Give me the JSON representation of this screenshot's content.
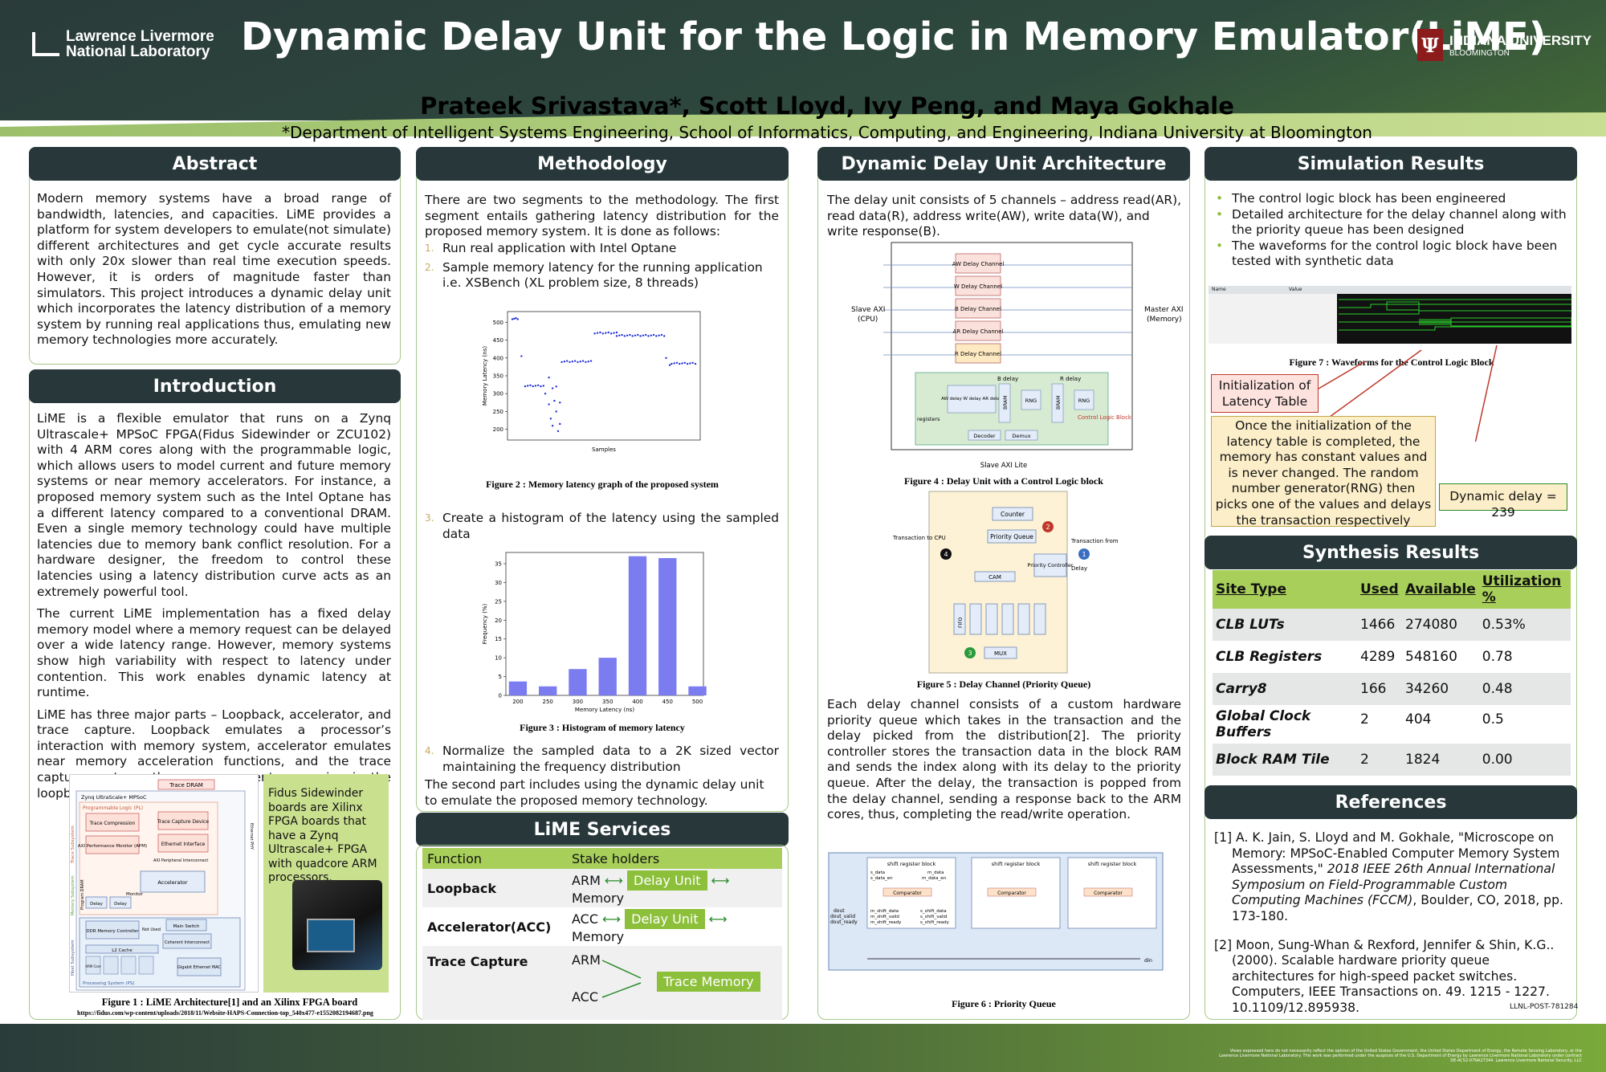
{
  "header": {
    "llnl_line1": "Lawrence Livermore",
    "llnl_line2": "National Laboratory",
    "title": "Dynamic Delay Unit for the Logic in Memory Emulator(LiME)",
    "iu_line1": "INDIANA UNIVERSITY",
    "iu_line2": "BLOOMINGTON",
    "iu_mark": "Ψ",
    "authors": "Prateek Srivastava*, Scott Lloyd, Ivy Peng, and Maya Gokhale",
    "affiliation": "*Department of Intelligent Systems Engineering, School of Informatics, Computing, and Engineering, Indiana University at Bloomington"
  },
  "abstract": {
    "heading": "Abstract",
    "body": "Modern memory systems have a broad range of bandwidth, latencies, and capacities. LiME provides a platform for system developers to emulate(not simulate) different architectures and get cycle accurate results with only 20x slower than real time execution speeds. However, it is orders of magnitude faster than simulators. This project introduces a dynamic delay unit which incorporates the latency distribution of a memory system by running real applications thus, emulating new memory technologies more accurately."
  },
  "introduction": {
    "heading": "Introduction",
    "p1": "LiME is a flexible emulator that runs on a Zynq Ultrascale+ MPSoC FPGA(Fidus Sidewinder or ZCU102) with 4 ARM cores along with the programmable logic, which allows users to model current and future memory systems or near memory accelerators. For instance, a proposed memory system such as the Intel Optane has a different latency compared to a conventional DRAM. Even a single memory technology could have multiple latencies due to memory bank conflict resolution. For a hardware designer, the freedom to control these latencies using a latency distribution curve acts as an extremely powerful tool.",
    "p2": "The current LiME implementation has a fixed delay memory model where a memory request can be delayed over a wide latency range. However, memory systems show high variability with respect to latency under contention. This work enables dynamic latency at runtime.",
    "p3": "LiME has three major parts – Loopback, accelerator, and trace capture. Loopback emulates a processor’s interaction with memory system, accelerator emulates near memory acceleration functions, and the trace capture captures the memory events occurring in the loopback as well as the accelerator.",
    "fidus_note": "Fidus Sidewinder boards are Xilinx FPGA boards that have a Zynq Ultrascale+ FPGA with quadcore ARM processors.",
    "fig1_caption": "Figure 1 : LiME Architecture[1] and an Xilinx FPGA board",
    "fig1_url": "https://fidus.com/wp-content/uploads/2018/11/Website-HAPS-Connection-top_540x477-e1552082194687.png",
    "fig1_labels": {
      "trace_dram": "Trace DRAM",
      "zynq": "Zynq UltraScale+ MPSoC",
      "pl": "Programmable Logic (PL)",
      "trace_comp": "Trace Compression",
      "trace_cap": "Trace Capture Device",
      "apm": "AXI Performance Monitor (APM)",
      "eth_if": "Ethernet Interface",
      "axi_ic": "AXI Peripheral Interconnect",
      "accel": "Accelerator",
      "monitor": "Monitor",
      "delay1": "Delay",
      "delay2": "Delay",
      "ddr": "DDR Memory Controller",
      "main_sw": "Main Switch",
      "not_used": "Not Used",
      "coherent": "Coherent Interconnect",
      "l2": "L2 Cache",
      "arm": "ARM Core",
      "gige": "Gigabit Ethernet MAC",
      "ps": "Processing System (PS)",
      "trace_sub": "Trace Subsystem",
      "mem_sub": "Memory Subsystem",
      "host_sub": "Host Subsystem",
      "program_dram": "Program DRAM",
      "ethernet_phy": "Ethernet PHY"
    }
  },
  "methodology": {
    "heading": "Methodology",
    "intro": "There are two segments to the methodology. The first segment entails gathering latency distribution for the proposed memory system. It is done as follows:",
    "steps": [
      {
        "n": "1.",
        "text": "Run real application with Intel Optane"
      },
      {
        "n": "2.",
        "text": "Sample memory latency for the running application i.e. XSBench (XL problem size, 8 threads)"
      },
      {
        "n": "3.",
        "text": "Create a histogram of the latency using the sampled data"
      },
      {
        "n": "4.",
        "text": "Normalize the sampled data to a 2K sized vector maintaining the frequency distribution"
      }
    ],
    "outro": "The second part includes using the dynamic delay unit to emulate the proposed memory technology.",
    "fig2_caption": "Figure 2 : Memory latency graph of the proposed system",
    "fig3_caption": "Figure 3 : Histogram of memory latency"
  },
  "chart_data": [
    {
      "type": "scatter",
      "title": "",
      "xlabel": "Samples",
      "ylabel": "Memory Latency (ns)",
      "ylim": [
        170,
        530
      ],
      "yticks": [
        200,
        250,
        300,
        350,
        400,
        450,
        500
      ],
      "color": "#1f2fd6",
      "segments": [
        {
          "x_from": 0.0,
          "x_to": 0.03,
          "y": 510
        },
        {
          "x_from": 0.07,
          "x_to": 0.17,
          "y": 322
        },
        {
          "x_from": 0.27,
          "x_to": 0.43,
          "y": 390
        },
        {
          "x_from": 0.45,
          "x_to": 0.57,
          "y": 470
        },
        {
          "x_from": 0.57,
          "x_to": 0.83,
          "y": 463
        },
        {
          "x_from": 0.87,
          "x_to": 1.0,
          "y": 385
        }
      ],
      "scatter_points": [
        {
          "x": 0.05,
          "y": 405
        },
        {
          "x": 0.18,
          "y": 300
        },
        {
          "x": 0.2,
          "y": 270
        },
        {
          "x": 0.21,
          "y": 230
        },
        {
          "x": 0.22,
          "y": 210
        },
        {
          "x": 0.23,
          "y": 280
        },
        {
          "x": 0.24,
          "y": 250
        },
        {
          "x": 0.25,
          "y": 195
        },
        {
          "x": 0.26,
          "y": 215
        },
        {
          "x": 0.24,
          "y": 320
        },
        {
          "x": 0.2,
          "y": 345
        },
        {
          "x": 0.22,
          "y": 315
        },
        {
          "x": 0.26,
          "y": 275
        },
        {
          "x": 0.84,
          "y": 400
        },
        {
          "x": 0.86,
          "y": 380
        }
      ]
    },
    {
      "type": "bar",
      "title": "",
      "xlabel": "Memory Latency (ns)",
      "ylabel": "Frequency (%)",
      "color": "#7b7cf0",
      "categories": [
        "200",
        "250",
        "300",
        "350",
        "400",
        "450",
        "500"
      ],
      "bins": [
        200,
        250,
        300,
        350,
        400,
        450,
        500
      ],
      "values": [
        3.7,
        2.4,
        7.0,
        10.0,
        37.0,
        36.5,
        2.4
      ],
      "ylim": [
        0,
        38
      ],
      "yticks": [
        0,
        5,
        10,
        15,
        20,
        25,
        30,
        35
      ],
      "xlim": [
        180,
        510
      ]
    }
  ],
  "services": {
    "heading": "LiME Services",
    "col_function": "Function",
    "col_stake": "Stake holders",
    "rows": [
      {
        "function": "Loopback",
        "left": "ARM",
        "chip": "Delay Unit",
        "right": "Memory"
      },
      {
        "function": "Accelerator(ACC)",
        "left": "ACC",
        "chip": "Delay Unit",
        "right": "Memory"
      },
      {
        "function": "Trace Capture",
        "left": "ARM",
        "left2": "ACC",
        "chip": "Trace Memory"
      }
    ],
    "arrow": "⟷"
  },
  "architecture": {
    "heading": "Dynamic Delay Unit Architecture",
    "intro": "The delay unit consists of 5 channels – address read(AR), read data(R), address write(AW), write data(W), and write response(B).",
    "fig4_caption": "Figure 4 : Delay Unit with a Control Logic block",
    "fig4_labels": {
      "slave_axi": "Slave AXI",
      "cpu": "(CPU)",
      "master_axi": "Master AXI",
      "memory": "(Memory)",
      "aw": "AW Delay Channel",
      "w": "W Delay Channel",
      "b": "B Delay Channel",
      "ar": "AR Delay Channel",
      "r": "R Delay Channel",
      "b_delay": "B delay",
      "r_delay": "R delay",
      "aw_w_ar": "AW delay W delay AR delay",
      "registers": "registers",
      "bram": "BRAM",
      "rng": "RNG",
      "control_logic": "Control Logic Block",
      "decoder": "Decoder",
      "demux": "Demux",
      "slave_axi_lite": "Slave AXI Lite"
    },
    "fig5_caption": "Figure 5 : Delay Channel (Priority Queue)",
    "fig5_labels": {
      "counter": "Counter",
      "pq": "Priority Queue",
      "pc": "Priority Controller",
      "cam": "CAM",
      "fifo": "FIFO",
      "mux": "MUX",
      "to_cpu": "Transaction to CPU",
      "from_mem": "Transaction from Memory",
      "delay": "Delay",
      "n1": "1",
      "n2": "2",
      "n3": "3",
      "n4": "4"
    },
    "body": "Each delay channel consists of a custom hardware priority queue which takes in the transaction and the delay picked from the distribution[2]. The priority controller stores the transaction data in the block RAM and sends the index along with its delay to the priority queue. After the delay, the transaction is popped from the delay channel, sending a response back to the ARM cores, thus, completing the read/write operation.",
    "fig6_caption": "Figure 6 : Priority Queue",
    "fig6_labels": {
      "srb": "shift register block",
      "s_data": "s_data",
      "s_data_en": "s_data_en",
      "m_data": "m_data",
      "m_data_en": "m_data_en",
      "comparator": "Comparator",
      "m_shift_data": "m_shift_data",
      "m_shift_valid": "m_shift_valid",
      "m_shift_ready": "m_shift_ready",
      "s_shift_data": "s_shift_data",
      "s_shift_valid": "s_shift_valid",
      "s_shift_ready": "s_shift_ready",
      "dout": "dout",
      "dout_valid": "dout_valid",
      "dout_ready": "dout_ready",
      "din": "din"
    }
  },
  "simulation": {
    "heading": "Simulation Results",
    "bullets": [
      "The control logic block has been engineered",
      "Detailed architecture for the delay channel along with the priority queue has been designed",
      "The waveforms for the control logic block have been tested with synthetic data"
    ],
    "fig7_caption": "Figure 7 : Waveforms for the Control Logic Block",
    "wave_header_name": "Name",
    "wave_header_value": "Value",
    "init_box": "Initialization of Latency Table",
    "init_text": "Once the initialization of the latency table is completed, the memory has constant values and is never changed. The random number generator(RNG) then picks one of the values and delays the transaction respectively",
    "dynamic_delay": "Dynamic delay = 239"
  },
  "synthesis": {
    "heading": "Synthesis Results",
    "columns": [
      "Site Type",
      "Used",
      "Available",
      "Utilization %"
    ],
    "rows": [
      [
        "CLB LUTs",
        "1466",
        "274080",
        "0.53%"
      ],
      [
        "CLB Registers",
        "4289",
        "548160",
        "0.78"
      ],
      [
        "Carry8",
        "166",
        "34260",
        "0.48"
      ],
      [
        "Global Clock Buffers",
        "2",
        "404",
        "0.5"
      ],
      [
        "Block RAM Tile",
        "2",
        "1824",
        "0.00"
      ]
    ]
  },
  "references": {
    "heading": "References",
    "r1_plain": "[1] A. K. Jain, S. Lloyd and M. Gokhale, \"Microscope on Memory: MPSoC-Enabled Computer Memory System Assessments,\"",
    "r1_italic": "2018 IEEE 26th Annual International Symposium on Field-Programmable Custom Computing Machines (FCCM)",
    "r1_tail": ", Boulder, CO, 2018, pp. 173-180.",
    "r2": "[2] Moon, Sung-Whan & Rexford, Jennifer & Shin, K.G.. (2000). Scalable hardware priority queue architectures for high-speed packet switches. Computers, IEEE Transactions on. 49. 1215 - 1227. 10.1109/12.895938."
  },
  "footer": {
    "llnl_post": "LLNL-POST-781284",
    "disclaimer": "Views expressed here do not necessarily reflect the opinion of the United States Government, the United States Department of Energy, the Remote Sensing Laboratory, or the Lawrence Livermore National Laboratory. This work was performed under the auspices of the U.S. Department of Energy by Lawrence Livermore National Laboratory under contract DE-AC52-07NA27344. Lawrence Livermore National Security, LLC"
  }
}
